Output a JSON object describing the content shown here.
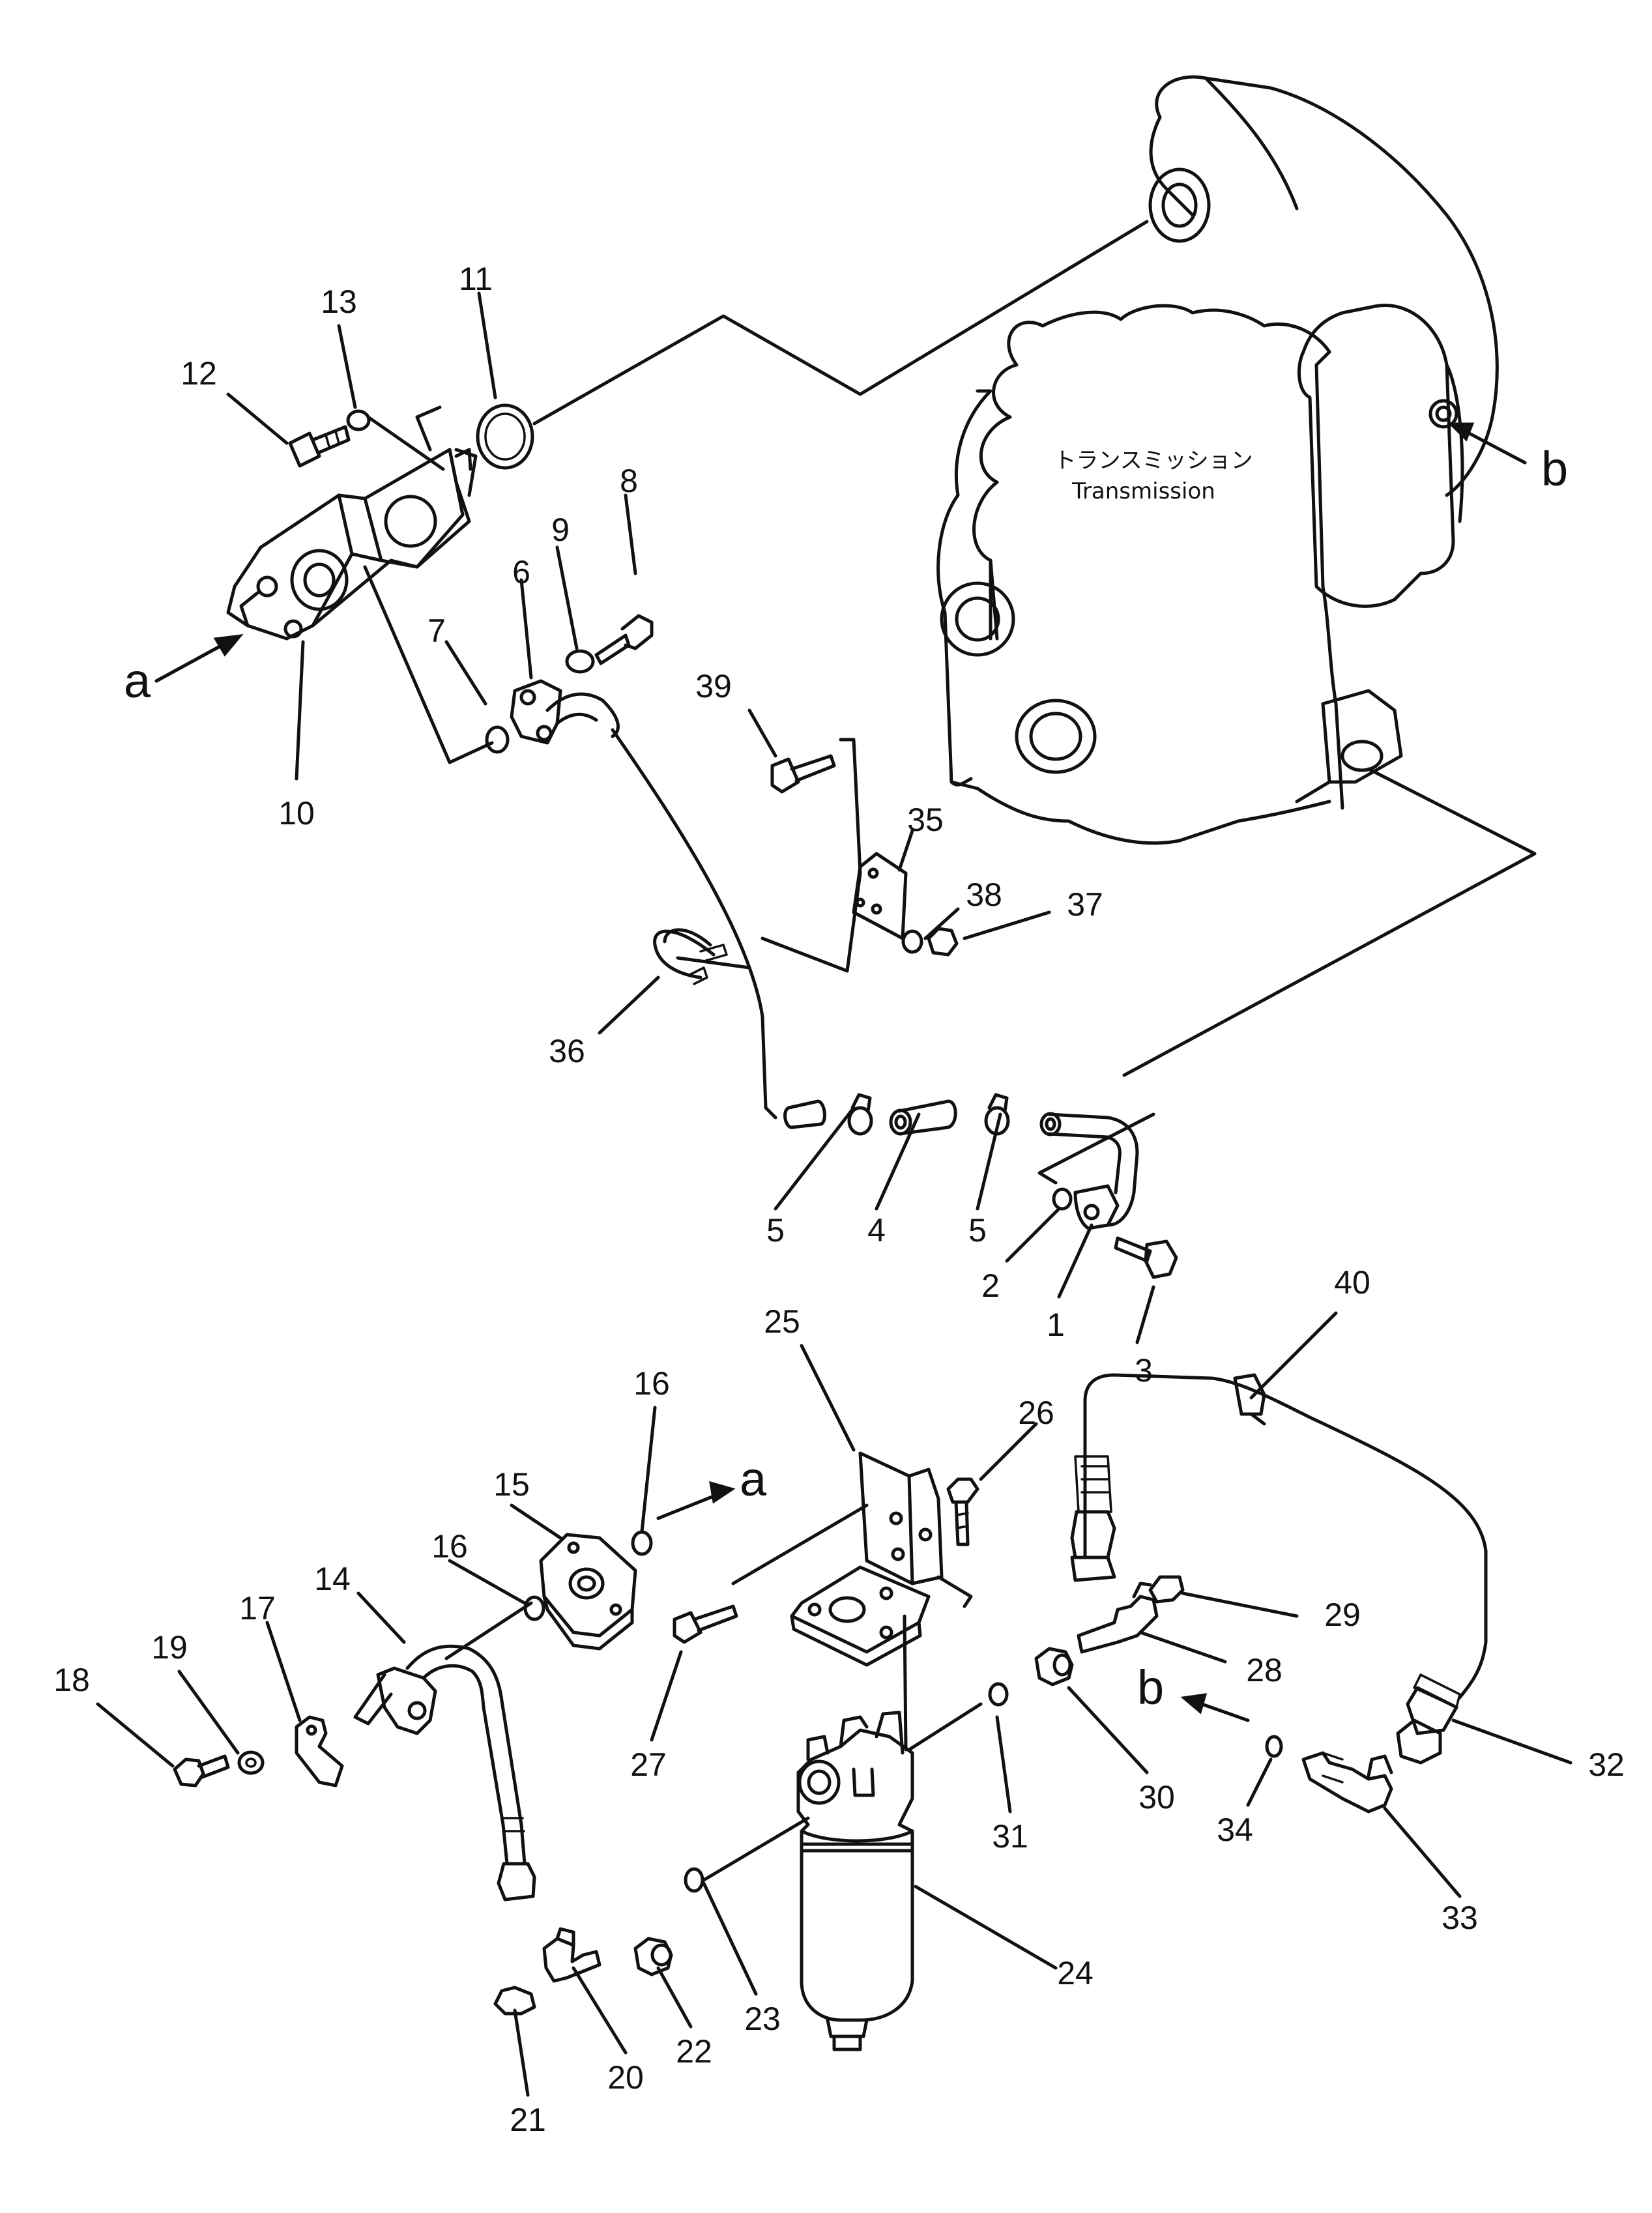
{
  "transmission": {
    "label_jp": "トランスミッション",
    "label_en": "Transmission"
  },
  "markers": {
    "a": "a",
    "b": "b"
  },
  "callouts": [
    "1",
    "2",
    "3",
    "4",
    "5",
    "6",
    "7",
    "8",
    "9",
    "10",
    "11",
    "12",
    "13",
    "14",
    "15",
    "16",
    "17",
    "18",
    "19",
    "20",
    "21",
    "22",
    "23",
    "24",
    "25",
    "26",
    "27",
    "28",
    "29",
    "30",
    "31",
    "32",
    "33",
    "34",
    "35",
    "36",
    "37",
    "38",
    "39",
    "40"
  ]
}
